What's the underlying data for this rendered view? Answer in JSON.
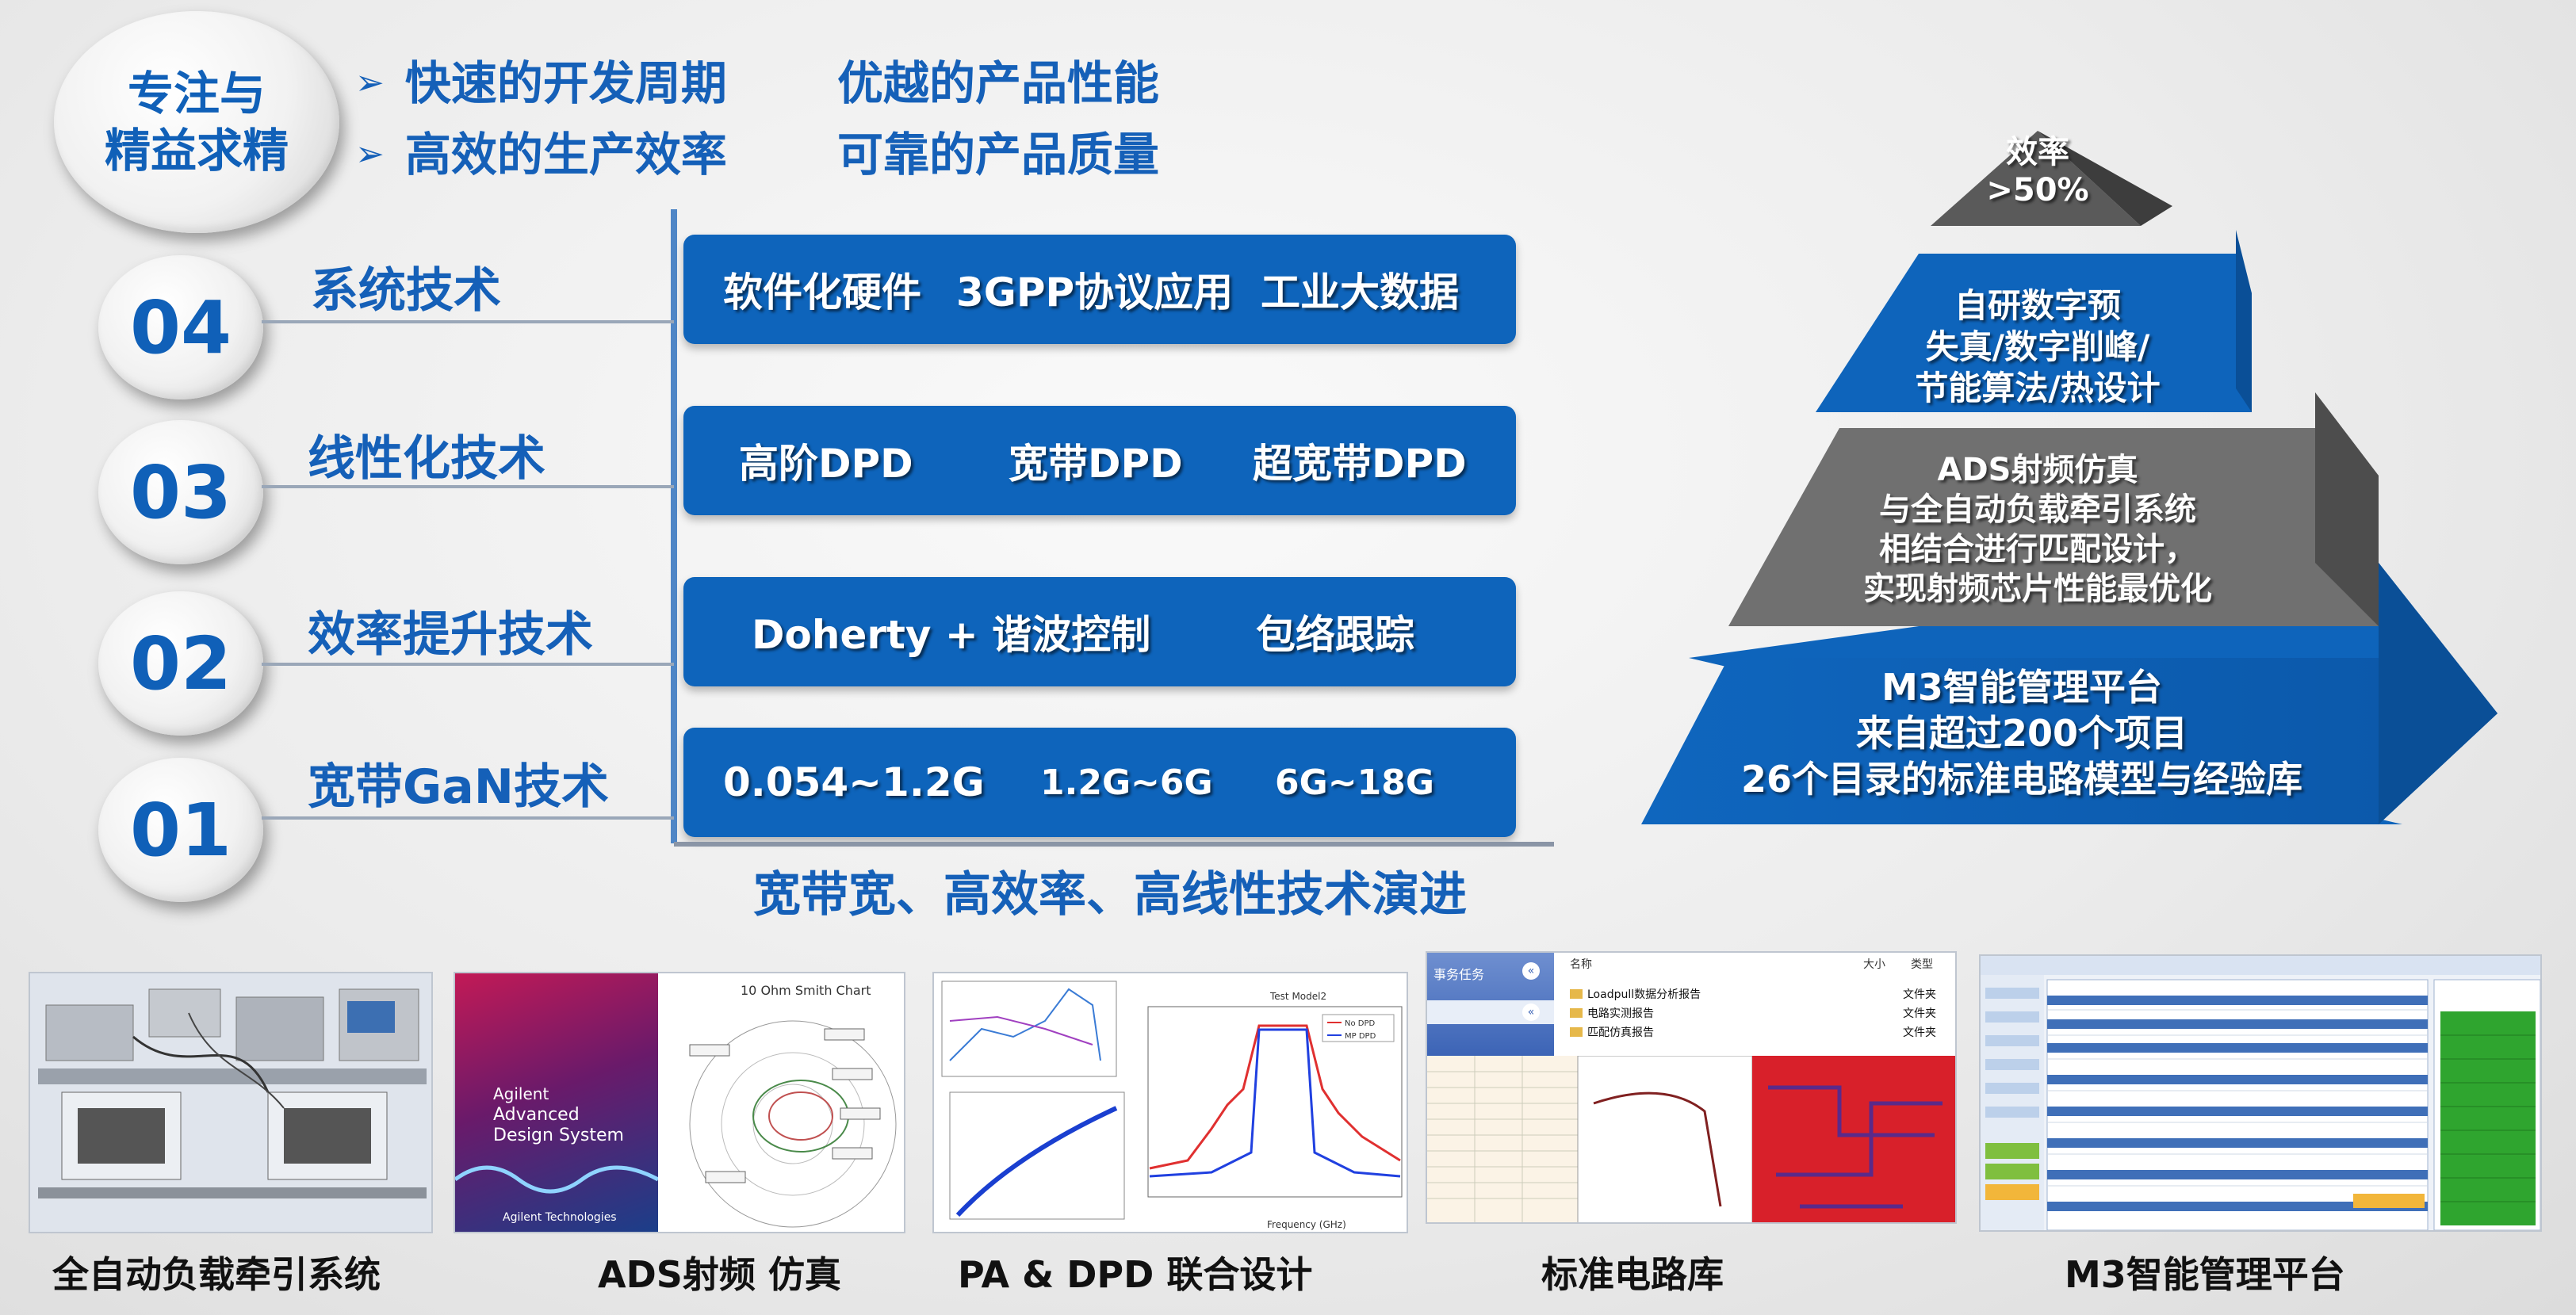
{
  "focus": {
    "line1": "专注与",
    "line2": "精益求精"
  },
  "bullets": [
    {
      "left": "快速的开发周期",
      "right": "优越的产品性能"
    },
    {
      "left": "高效的生产效率",
      "right": "可靠的产品质量"
    }
  ],
  "tech_levels": [
    {
      "number": "04",
      "label": "系统技术",
      "items": [
        "软件化硬件",
        "3GPP协议应用",
        "工业大数据"
      ]
    },
    {
      "number": "03",
      "label": "线性化技术",
      "items": [
        "高阶DPD",
        "宽带DPD",
        "超宽带DPD"
      ]
    },
    {
      "number": "02",
      "label": "效率提升技术",
      "items": [
        "Doherty + 谐波控制",
        "包络跟踪"
      ]
    },
    {
      "number": "01",
      "label": "宽带GaN技术",
      "items": [
        "0.054~1.2G",
        "1.2G~6G",
        "6G~18G"
      ]
    }
  ],
  "evolution_caption": "宽带宽、高效率、高线性技术演进",
  "pyramid": {
    "tier1": [
      "效率",
      ">50%"
    ],
    "tier2": [
      "自研数字预",
      "失真/数字削峰/",
      "节能算法/热设计"
    ],
    "tier3": [
      "ADS射频仿真",
      "与全自动负载牵引系统",
      "相结合进行匹配设计，",
      "实现射频芯片性能最优化"
    ],
    "tier4": [
      "M3智能管理平台",
      "来自超过200个项目",
      "26个目录的标准电路模型与经验库"
    ]
  },
  "thumbnails": [
    {
      "caption": "全自动负载牵引系统"
    },
    {
      "caption": "ADS射频 仿真",
      "book": [
        "Agilent",
        "Advanced",
        "Design System",
        "Agilent Technologies"
      ],
      "chart_title": "10 Ohm Smith Chart"
    },
    {
      "caption": "PA & DPD 联合设计",
      "chart_title": "Test Model2",
      "legend": [
        "No DPD",
        "MP DPD"
      ],
      "xlabel": "Frequency (GHz)"
    },
    {
      "caption": "标准电路库",
      "panel_title": "事务任务",
      "list_header": [
        "名称",
        "大小",
        "类型"
      ],
      "files": [
        "Loadpull数据分析报告",
        "电路实测报告",
        "匹配仿真报告"
      ],
      "file_type": "文件夹"
    },
    {
      "caption": "M3智能管理平台"
    }
  ],
  "colors": {
    "brand_blue": "#0e64bb",
    "text_blue": "#1560b8",
    "pyramid_gray": "#6e6e6e",
    "pyramid_top": "#5a5a5a"
  }
}
